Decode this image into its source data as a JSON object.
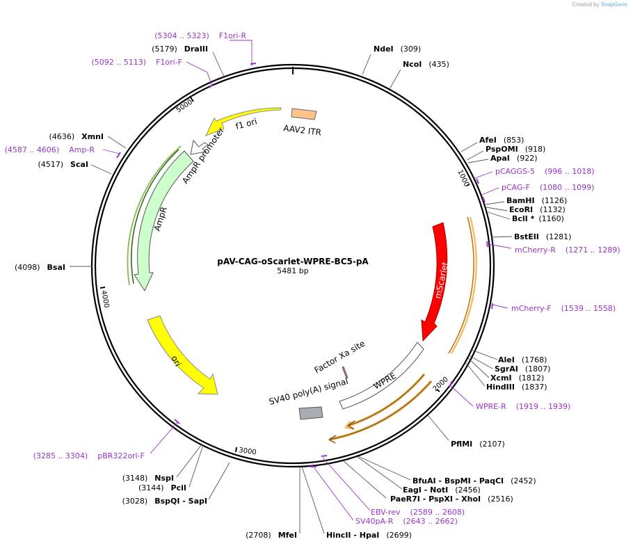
{
  "credit": {
    "prefix": "Created by",
    "brand": "SnapGene"
  },
  "map": {
    "name": "pAV-CAG-oScarlet-WPRE-BC5-pA",
    "length_label": "5481 bp",
    "total_bp": 5481,
    "ticks": [
      {
        "label": "1000",
        "bp": 1000
      },
      {
        "label": "2000",
        "bp": 2000
      },
      {
        "label": "3000",
        "bp": 3000
      },
      {
        "label": "4000",
        "bp": 4000
      },
      {
        "label": "5000",
        "bp": 5000
      }
    ]
  },
  "features": [
    {
      "label": "f1 ori",
      "color": "#ffff00",
      "stroke": "#b0a000"
    },
    {
      "label": "AAV2 ITR",
      "color": "#ffc38a",
      "stroke": "#8a6a4a"
    },
    {
      "label": "AmpR promoter",
      "color": "#ffffff",
      "stroke": "#555555"
    },
    {
      "label": "AmpR",
      "color": "#ccffcc",
      "stroke": "#555555"
    },
    {
      "label": "ori",
      "color": "#ffff00",
      "stroke": "#b0a000"
    },
    {
      "label": "mScarlet",
      "color": "#ff0000",
      "stroke": "#aa0000"
    },
    {
      "label": "WPRE",
      "color": "#ffffff",
      "stroke": "#555555"
    },
    {
      "label": "Factor Xa site",
      "color": "#c0707a",
      "stroke": "#555555"
    },
    {
      "label": "SV40 poly(A) signal",
      "color": "#a9adb3",
      "stroke": "#555555"
    }
  ],
  "sites": [
    {
      "name": "NdeI",
      "pos": "(309)",
      "kind": "enzyme"
    },
    {
      "name": "NcoI",
      "pos": "(435)",
      "kind": "enzyme"
    },
    {
      "name": "AfeI",
      "pos": "(853)",
      "kind": "enzyme"
    },
    {
      "name": "PspOMI",
      "pos": "(918)",
      "kind": "enzyme"
    },
    {
      "name": "ApaI",
      "pos": "(922)",
      "kind": "enzyme"
    },
    {
      "name": "pCAGGS-5",
      "pos": "(996 .. 1018)",
      "kind": "primer"
    },
    {
      "name": "pCAG-F",
      "pos": "(1080 .. 1099)",
      "kind": "primer"
    },
    {
      "name": "BamHI",
      "pos": "(1126)",
      "kind": "enzyme"
    },
    {
      "name": "EcoRI",
      "pos": "(1132)",
      "kind": "enzyme"
    },
    {
      "name": "BclI *",
      "pos": "(1160)",
      "kind": "enzyme"
    },
    {
      "name": "BstEII",
      "pos": "(1281)",
      "kind": "enzyme"
    },
    {
      "name": "mCherry-R",
      "pos": "(1271 .. 1289)",
      "kind": "primer"
    },
    {
      "name": "mCherry-F",
      "pos": "(1539 .. 1558)",
      "kind": "primer"
    },
    {
      "name": "AleI",
      "pos": "(1768)",
      "kind": "enzyme"
    },
    {
      "name": "SgrAI",
      "pos": "(1807)",
      "kind": "enzyme"
    },
    {
      "name": "XcmI",
      "pos": "(1812)",
      "kind": "enzyme"
    },
    {
      "name": "HindIII",
      "pos": "(1837)",
      "kind": "enzyme"
    },
    {
      "name": "WPRE-R",
      "pos": "(1919 .. 1939)",
      "kind": "primer"
    },
    {
      "name": "PflMI",
      "pos": "(2107)",
      "kind": "enzyme"
    },
    {
      "name": "BfuAI - BspMI - PaqCI",
      "pos": "(2452)",
      "kind": "enzyme"
    },
    {
      "name": "EagI - NotI",
      "pos": "(2456)",
      "kind": "enzyme"
    },
    {
      "name": "PaeR7I - PspXI - XhoI",
      "pos": "(2516)",
      "kind": "enzyme"
    },
    {
      "name": "EBV-rev",
      "pos": "(2589 .. 2608)",
      "kind": "primer"
    },
    {
      "name": "SV40pA-R",
      "pos": "(2643 .. 2662)",
      "kind": "primer"
    },
    {
      "name": "HincII - HpaI",
      "pos": "(2699)",
      "kind": "enzyme"
    },
    {
      "name": "MfeI",
      "pos": "(2708)",
      "kind": "enzyme"
    },
    {
      "name": "BspQI - SapI",
      "pos": "(3028)",
      "kind": "enzyme"
    },
    {
      "name": "PciI",
      "pos": "(3144)",
      "kind": "enzyme"
    },
    {
      "name": "NspI",
      "pos": "(3148)",
      "kind": "enzyme"
    },
    {
      "name": "pBR322ori-F",
      "pos": "(3285 .. 3304)",
      "kind": "primer"
    },
    {
      "name": "BsaI",
      "pos": "(4098)",
      "kind": "enzyme"
    },
    {
      "name": "ScaI",
      "pos": "(4517)",
      "kind": "enzyme"
    },
    {
      "name": "Amp-R",
      "pos": "(4587 .. 4606)",
      "kind": "primer"
    },
    {
      "name": "XmnI",
      "pos": "(4636)",
      "kind": "enzyme"
    },
    {
      "name": "F1ori-F",
      "pos": "(5092 .. 5113)",
      "kind": "primer"
    },
    {
      "name": "DraIII",
      "pos": "(5179)",
      "kind": "enzyme"
    },
    {
      "name": "F1ori-R",
      "pos": "(5304 .. 5323)",
      "kind": "primer"
    }
  ],
  "colors": {
    "enzyme": "#000000",
    "primer": "#9933cc",
    "backbone": "#000000",
    "highlight": "#e8a040"
  }
}
